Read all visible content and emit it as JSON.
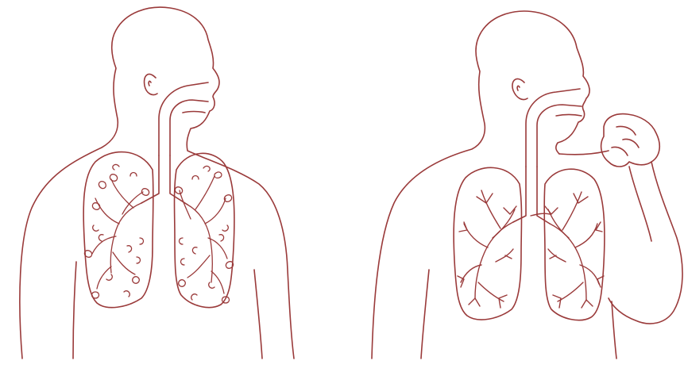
{
  "figures": [
    {
      "id": "left",
      "subject": "person-normal-lungs"
    },
    {
      "id": "right",
      "subject": "person-coughing-lungs"
    }
  ],
  "colors": {
    "ink": "#9a3a3a",
    "background": "#ffffff",
    "caption": "#b7a0a0"
  }
}
